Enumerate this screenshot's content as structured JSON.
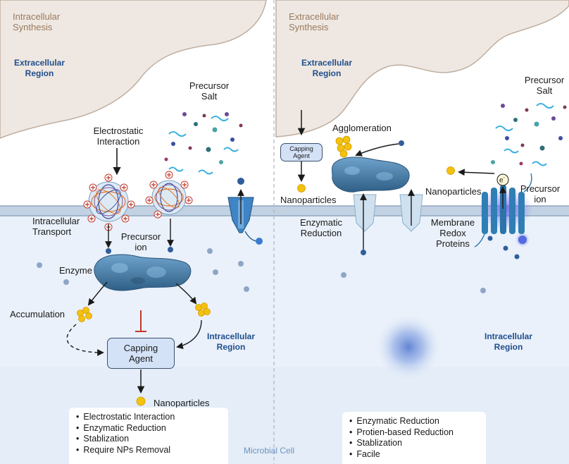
{
  "left_panel": {
    "synthesis_title": [
      "Intracellular",
      "Synthesis"
    ],
    "extracellular_region": [
      "Extracellular",
      "Region"
    ],
    "intracellular_region": [
      "Intracellular",
      "Region"
    ],
    "precursor_salt": [
      "Precursor",
      "Salt"
    ],
    "electrostatic_interaction": [
      "Electrostatic",
      "Interaction"
    ],
    "intracellular_transport": [
      "Intracellular",
      "Transport"
    ],
    "precursor_ion": [
      "Precursor",
      "ion"
    ],
    "enzyme": "Enzyme",
    "accumulation": "Accumulation",
    "capping_agent": [
      "Capping",
      "Agent"
    ],
    "nanoparticles": "Nanoparticles",
    "summary": [
      "Electrostatic Interaction",
      "Enzymatic Reduction",
      "Stablization",
      "Require NPs Removal"
    ]
  },
  "right_panel": {
    "synthesis_title": [
      "Extracellular",
      "Synthesis"
    ],
    "extracellular_region": [
      "Extracellular",
      "Region"
    ],
    "intracellular_region": [
      "Intracellular",
      "Region"
    ],
    "capping_agent": [
      "Capping",
      "Agent"
    ],
    "nanoparticles_left": "Nanoparticles",
    "agglomeration": "Agglomeration",
    "enzymatic_reduction": [
      "Enzymatic",
      "Reduction"
    ],
    "nanoparticles_right": "Nanoparticles",
    "precursor_salt": [
      "Precursor",
      "Salt"
    ],
    "precursor_ion": [
      "Precursor",
      "ion"
    ],
    "membrane_redox_proteins": [
      "Membrane",
      "Redox",
      "Proteins"
    ],
    "electron": "e",
    "electron_sup": "-",
    "summary": [
      "Enzymatic Reduction",
      "Protien-based Reduction",
      "Stablization",
      "Facile"
    ]
  },
  "microbial_cell": "Microbial Cell",
  "colors": {
    "membrane": "#c2d2e3",
    "cytoplasm": "#eaf1fa",
    "cloud": "#efe8e2",
    "cloud_edge": "#bfae9f",
    "gold": "#f4c20d",
    "protein": "#3b6d95",
    "region_text": "#1f4e8c",
    "synthesis_text": "#9a7a5f"
  }
}
